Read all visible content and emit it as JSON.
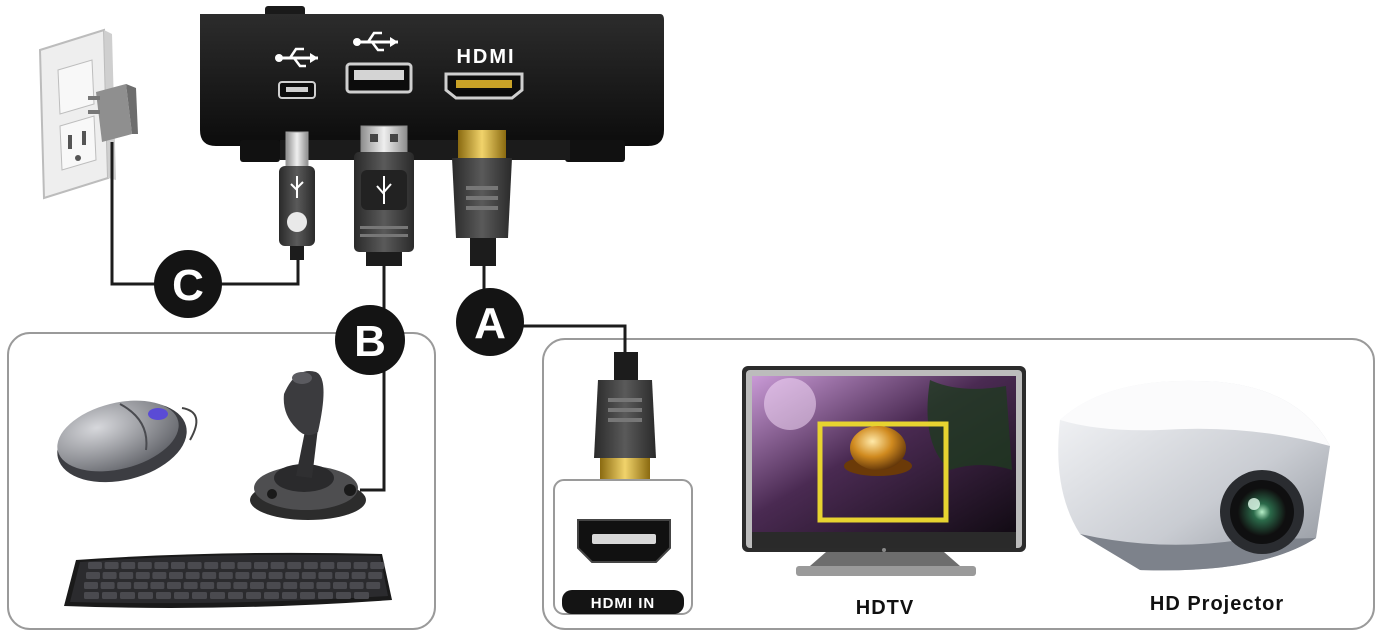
{
  "device": {
    "port_label_hdmi": "HDMI"
  },
  "connectors": {
    "a": "A",
    "b": "B",
    "c": "C"
  },
  "labels": {
    "hdmi_in": "HDMI IN",
    "hdtv": "HDTV",
    "projector": "HD Projector"
  },
  "icons": {
    "usb": "usb-icon",
    "outlet": "wall-outlet-icon",
    "mouse": "mouse-icon",
    "joystick": "joystick-icon",
    "keyboard": "keyboard-icon",
    "tv": "hdtv-icon",
    "projector": "projector-icon"
  },
  "colors": {
    "device_body": "#1a1a1a",
    "cable": "#1c1c1c",
    "gold": "#c9a227",
    "badge": "#141414",
    "group_border": "#9a9a9a",
    "tv_frame": "#2b2b2b",
    "projector_body": "#e4e6ea"
  }
}
